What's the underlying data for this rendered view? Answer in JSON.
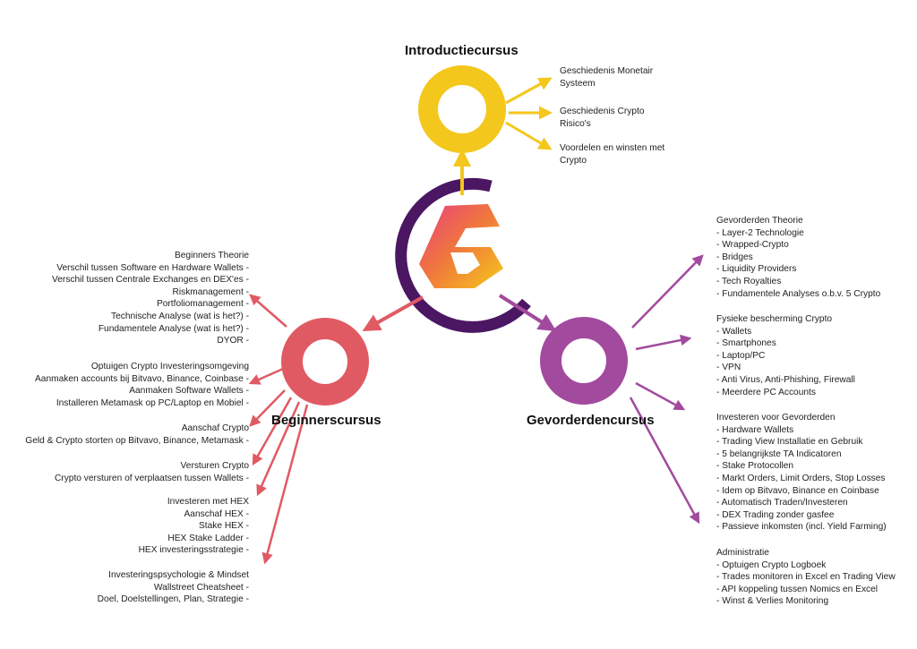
{
  "colors": {
    "intro": "#f4c71c",
    "beginner": "#e05a63",
    "advanced": "#a24a9e",
    "logo_ring": "#4b1763"
  },
  "intro": {
    "title": "Introductiecursus",
    "items": [
      [
        "Geschiedenis Monetair",
        "Systeem"
      ],
      [
        "Geschiedenis Crypto",
        "Risico's"
      ],
      [
        "Voordelen en winsten met",
        "Crypto"
      ]
    ]
  },
  "beginner": {
    "title": "Beginnerscursus",
    "groups": [
      [
        "Beginners Theorie",
        "Verschil tussen Software en Hardware Wallets -",
        "Verschil tussen Centrale Exchanges en DEX'es -",
        "Riskmanagement -",
        "Portfoliomanagement -",
        "Technische Analyse (wat is het?) -",
        "Fundamentele Analyse (wat is het?) -",
        "DYOR -"
      ],
      [
        "Optuigen Crypto Investeringsomgeving",
        "Aanmaken accounts bij Bitvavo, Binance, Coinbase -",
        "Aanmaken Software Wallets -",
        "Installeren Metamask op PC/Laptop en Mobiel -"
      ],
      [
        "Aanschaf Crypto",
        "Geld & Crypto storten op Bitvavo, Binance, Metamask -"
      ],
      [
        "Versturen Crypto",
        "Crypto versturen of verplaatsen tussen Wallets -"
      ],
      [
        "Investeren met HEX",
        "Aanschaf HEX -",
        "Stake HEX -",
        "HEX Stake Ladder -",
        "HEX investeringsstrategie -"
      ],
      [
        "Investeringspsychologie & Mindset",
        "Wallstreet Cheatsheet -",
        "Doel, Doelstellingen, Plan, Strategie -"
      ]
    ]
  },
  "advanced": {
    "title": "Gevorderdencursus",
    "groups": [
      [
        "Gevorderden Theorie",
        "- Layer-2 Technologie",
        "- Wrapped-Crypto",
        "- Bridges",
        "- Liquidity Providers",
        "- Tech Royalties",
        "- Fundamentele Analyses o.b.v. 5 Crypto"
      ],
      [
        "Fysieke bescherming Crypto",
        "- Wallets",
        "- Smartphones",
        "- Laptop/PC",
        "- VPN",
        "- Anti Virus, Anti-Phishing, Firewall",
        "- Meerdere PC Accounts"
      ],
      [
        "Investeren voor Gevorderden",
        "- Hardware Wallets",
        "- Trading View Installatie en Gebruik",
        "- 5 belangrijkste TA Indicatoren",
        "- Stake Protocollen",
        "- Markt Orders, Limit Orders, Stop Losses",
        "- Idem op Bitvavo, Binance en Coinbase",
        "- Automatisch Traden/Investeren",
        "- DEX Trading zonder gasfee",
        "- Passieve inkomsten (incl. Yield Farming)"
      ],
      [
        "Administratie",
        "- Optuigen Crypto Logboek",
        "- Trades monitoren in Excel en Trading View",
        "- API koppeling tussen Nomics en Excel",
        "- Winst & Verlies Monitoring"
      ]
    ]
  }
}
